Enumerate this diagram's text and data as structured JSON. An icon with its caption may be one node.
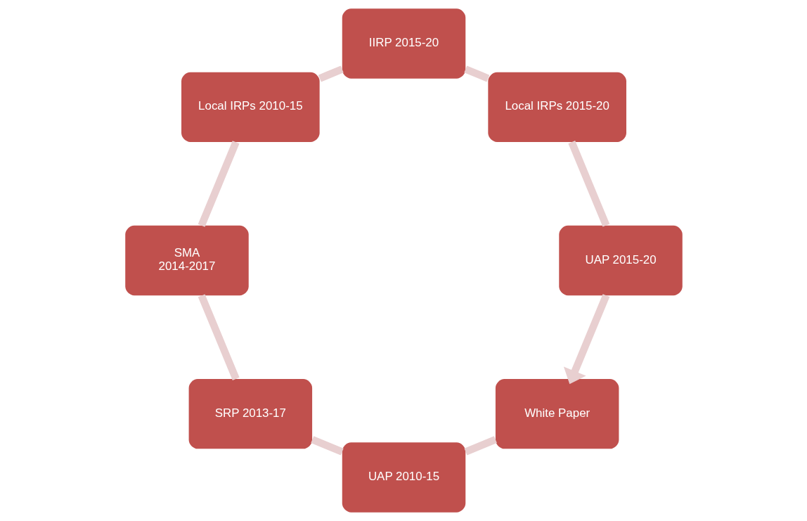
{
  "diagram": {
    "nodes": [
      {
        "text": [
          "White Paper"
        ]
      },
      {
        "text": [
          "UAP 2010-15"
        ]
      },
      {
        "text": [
          "SRP 2013-17"
        ]
      },
      {
        "text": [
          "SMA",
          "2014-2017"
        ]
      },
      {
        "text": [
          "Local IRPs 2010-15"
        ]
      },
      {
        "text": [
          "IIRP 2015-20"
        ]
      },
      {
        "text": [
          "Local IRPs 2015-20"
        ]
      },
      {
        "text": [
          "UAP 2015-20"
        ]
      }
    ],
    "edges": [
      {
        "from": 0,
        "to": 1,
        "arrow": "none"
      },
      {
        "from": 1,
        "to": 2,
        "arrow": "none"
      },
      {
        "from": 2,
        "to": 3,
        "arrow": "none"
      },
      {
        "from": 3,
        "to": 4,
        "arrow": "none"
      },
      {
        "from": 4,
        "to": 5,
        "arrow": "none"
      },
      {
        "from": 5,
        "to": 6,
        "arrow": "none"
      },
      {
        "from": 6,
        "to": 7,
        "arrow": "none"
      },
      {
        "from": 7,
        "to": 0,
        "arrow": "to"
      }
    ]
  }
}
